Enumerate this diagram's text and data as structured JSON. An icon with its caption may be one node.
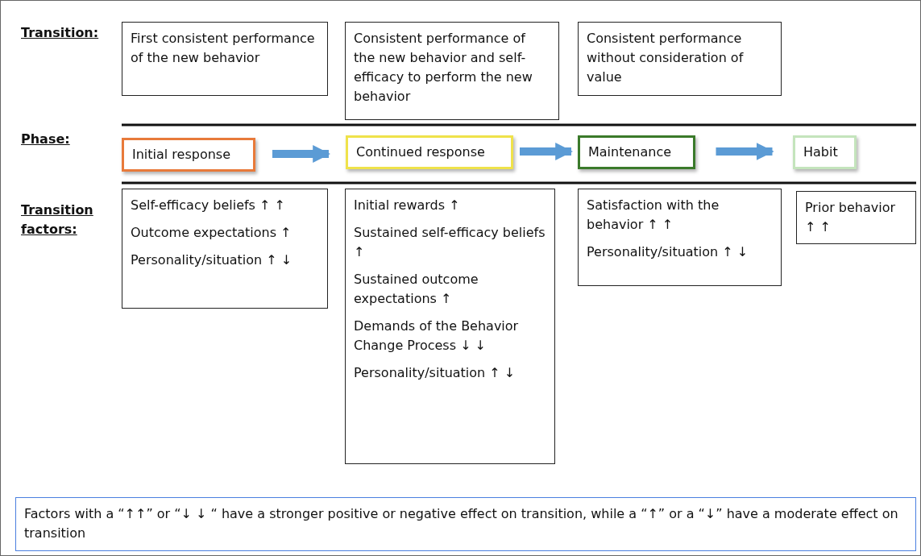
{
  "diagram": {
    "nodes": [
      {
        "text": [
          "First consistent performance of the new behavior"
        ]
      },
      {
        "text": [
          "Consistent performance of the new behavior and self-efficacy to perform the new behavior"
        ]
      },
      {
        "text": [
          "Consistent performance without consideration of value"
        ]
      },
      {
        "text": [
          "Initial response"
        ]
      },
      {
        "text": [
          "Continued response"
        ]
      },
      {
        "text": [
          "Maintenance"
        ]
      },
      {
        "text": [
          "Habit"
        ]
      },
      {
        "text": [
          "Self-efficacy beliefs ↑ ↑",
          "Outcome expectations ↑",
          "Personality/situation ↑ ↓"
        ]
      },
      {
        "text": [
          "Initial rewards ↑",
          "Sustained self-efficacy beliefs ↑",
          "Sustained outcome expectations ↑",
          "Demands of the Behavior Change Process ↓ ↓",
          "Personality/situation ↑ ↓"
        ]
      },
      {
        "text": [
          "Satisfaction with the behavior ↑ ↑",
          "Personality/situation ↑ ↓"
        ]
      },
      {
        "text": [
          "Prior behavior ↑ ↑"
        ]
      },
      {
        "text": [
          "Factors with a “↑↑” or “↓ ↓ “ have a stronger positive or negative effect on transition, while a “↑” or a “↓” have a moderate effect on transition"
        ]
      }
    ],
    "edges": [
      {
        "from": 3,
        "to": 4,
        "arrow": "to"
      },
      {
        "from": 4,
        "to": 5,
        "arrow": "to"
      },
      {
        "from": 5,
        "to": 6,
        "arrow": "to"
      }
    ],
    "labels": [
      "Transition:",
      "Phase:",
      "Transition factors:"
    ]
  }
}
